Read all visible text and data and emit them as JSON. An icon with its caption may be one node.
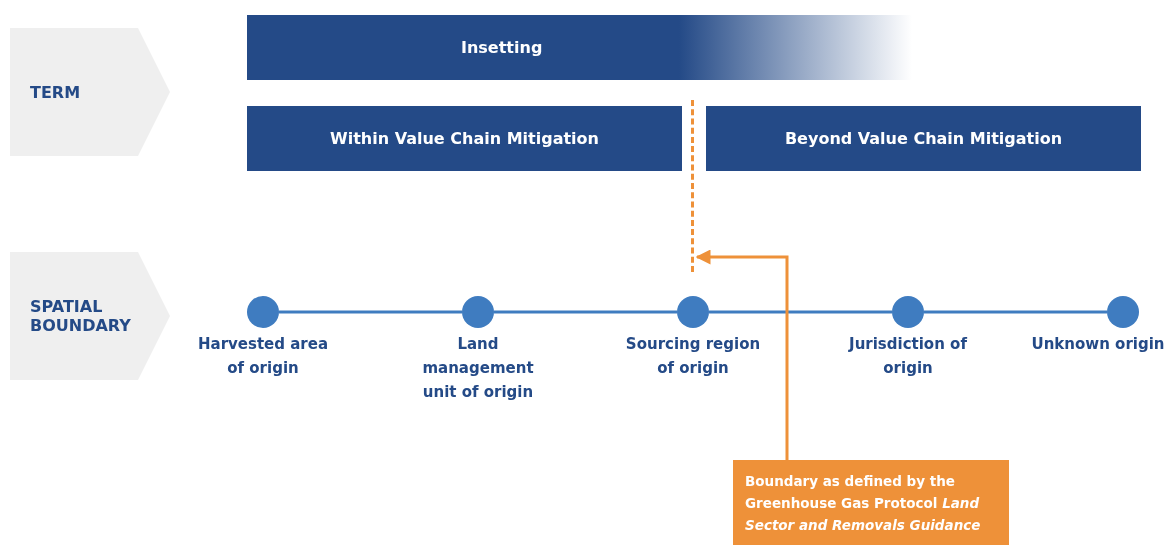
{
  "diagram": {
    "nodes": [
      {
        "text": [
          "TERM"
        ]
      },
      {
        "text": [
          "SPATIAL BOUNDARY"
        ]
      },
      {
        "text": [
          "Insetting"
        ]
      },
      {
        "text": [
          "Within Value Chain Mitigation"
        ]
      },
      {
        "text": [
          "Beyond Value Chain Mitigation"
        ]
      },
      {
        "text": [
          "Harvested area of origin"
        ]
      },
      {
        "text": [
          "Land management unit of origin"
        ]
      },
      {
        "text": [
          "Sourcing region of origin"
        ]
      },
      {
        "text": [
          "Jurisdiction of origin"
        ]
      },
      {
        "text": [
          "Unknown origin"
        ]
      },
      {
        "text": [
          "Boundary as defined by the Greenhouse Gas Protocol *Land Sector and Removals Guidance*"
        ]
      },
      {
        "text": [],
        "shape": "line"
      }
    ],
    "edges": [
      {
        "from": 5,
        "to": 6,
        "arrow": "none"
      },
      {
        "from": 6,
        "to": 7,
        "arrow": "none"
      },
      {
        "from": 7,
        "to": 8,
        "arrow": "none"
      },
      {
        "from": 8,
        "to": 9,
        "arrow": "none"
      },
      {
        "from": 10,
        "to": 11,
        "arrow": "to",
        "color": "#ee9139"
      }
    ]
  }
}
